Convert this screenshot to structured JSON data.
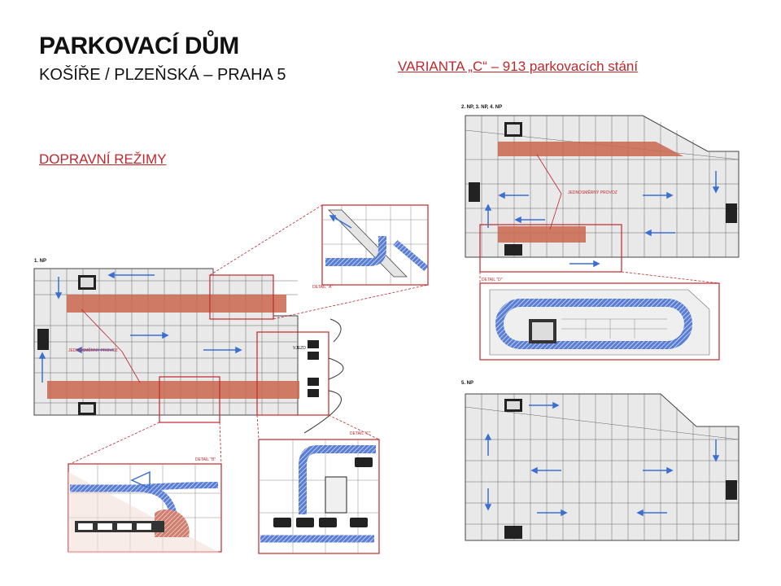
{
  "header": {
    "title": "PARKOVACÍ DŮM",
    "subtitle": "KOŠÍŘE / PLZEŇSKÁ – PRAHA 5",
    "variant": "VARIANTA „C“ – 913 parkovacích stání",
    "section": "DOPRAVNÍ REŽIMY"
  },
  "plans": {
    "ground_label": "1. NP",
    "upper_label": "2. NP, 3. NP, 4. NP",
    "top_label": "5. NP",
    "one_way_note": "JEDNOSMĚRNÝ PROVOZ",
    "entry_note": "VJEZD"
  },
  "details": {
    "a": "DETAIL \"A\"",
    "b": "DETAIL \"B\"",
    "c": "DETAIL \"C\"",
    "d": "DETAIL \"D\""
  },
  "colors": {
    "accent": "#c0272d",
    "oneway_band": "#c9664e",
    "arrow": "#3b6fd1",
    "floor": "#e9e9e9",
    "grid": "#555555"
  }
}
